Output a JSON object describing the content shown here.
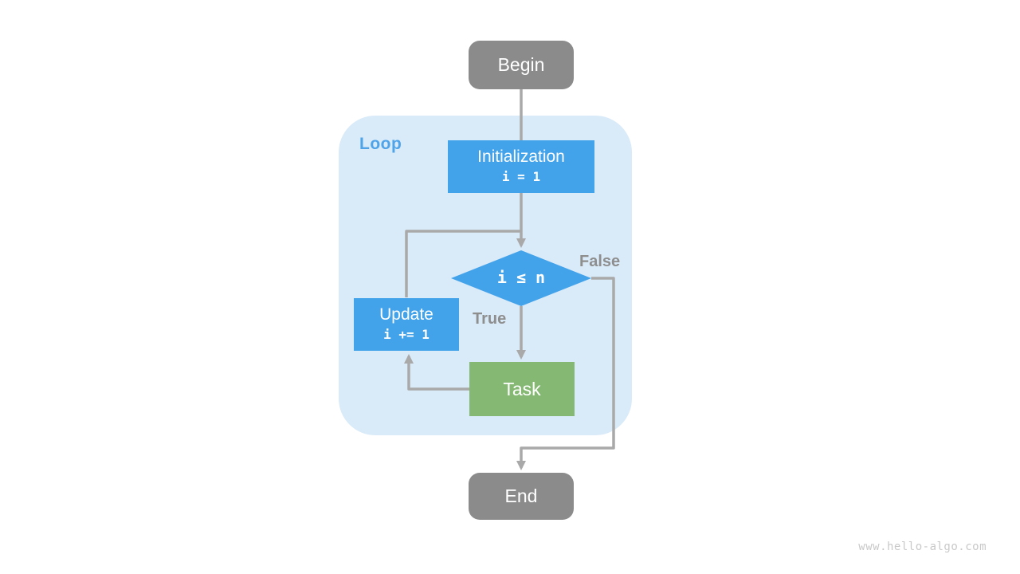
{
  "page": {
    "watermark": "www.hello-algo.com"
  },
  "colors": {
    "node-blue": "#42A2EA",
    "node-green": "#85B973",
    "node-gray": "#8B8B8B",
    "loop-bg": "#D9EAF8",
    "loop-label": "#4EA3E9",
    "arrow": "#A9A9A9",
    "branch-label": "#8E8E8E",
    "watermark": "#C9C9C9"
  },
  "flowchart": {
    "loop_label": "Loop",
    "nodes": {
      "begin": {
        "label": "Begin"
      },
      "initialization": {
        "title": "Initialization",
        "code": "i = 1"
      },
      "condition": {
        "expression": "i ≤ n"
      },
      "update": {
        "title": "Update",
        "code": "i += 1"
      },
      "task": {
        "label": "Task"
      },
      "end": {
        "label": "End"
      }
    },
    "branches": {
      "true_label": "True",
      "false_label": "False"
    }
  }
}
